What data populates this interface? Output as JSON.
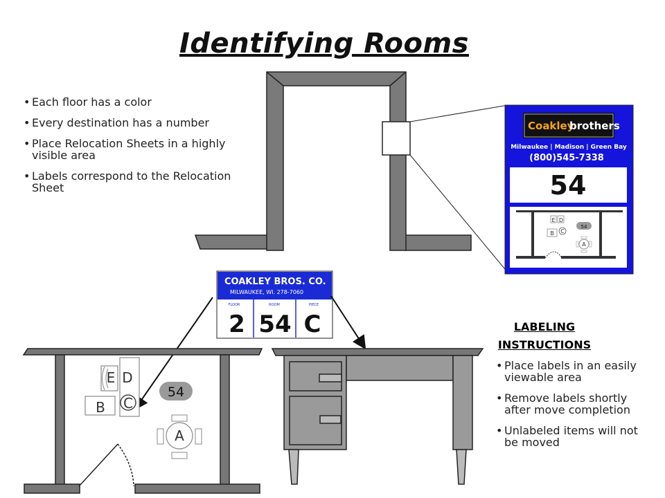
{
  "title": "Identifying Rooms",
  "info_bullets": [
    "Each floor has a color",
    "Every destination has a number",
    "Place Relocation Sheets in a highly visible area",
    "Labels correspond to the Relocation Sheet"
  ],
  "sheet": {
    "brand_left": "Coakley",
    "brand_right": "brothers",
    "cities": "Milwaukee | Madison | Green Bay",
    "phone": "(800)545-7338",
    "room_number": "54",
    "mini_labels": {
      "e": "E",
      "d": "D",
      "b": "B",
      "c": "C",
      "a": "A",
      "room": "54"
    }
  },
  "label_card": {
    "company": "COAKLEY BROS. CO.",
    "address": "MILWAUKEE, WI. 278-7060",
    "col_floor": "FLOOR",
    "col_room": "ROOM",
    "col_piece": "PIECE",
    "floor": "2",
    "room": "54",
    "piece": "C"
  },
  "floor_plan": {
    "e": "E",
    "d": "D",
    "b": "B",
    "c": "C",
    "a": "A",
    "room": "54"
  },
  "instructions": {
    "heading_1": "LABELING",
    "heading_2": "INSTRUCTIONS",
    "items": [
      "Place labels in an easily viewable area",
      "Remove labels shortly after move completion",
      "Unlabeled items will not be moved"
    ]
  },
  "colors": {
    "sheet_blue": "#1414dc",
    "wall_gray": "#7a7a7a",
    "card_blue": "#1a2bd6"
  }
}
